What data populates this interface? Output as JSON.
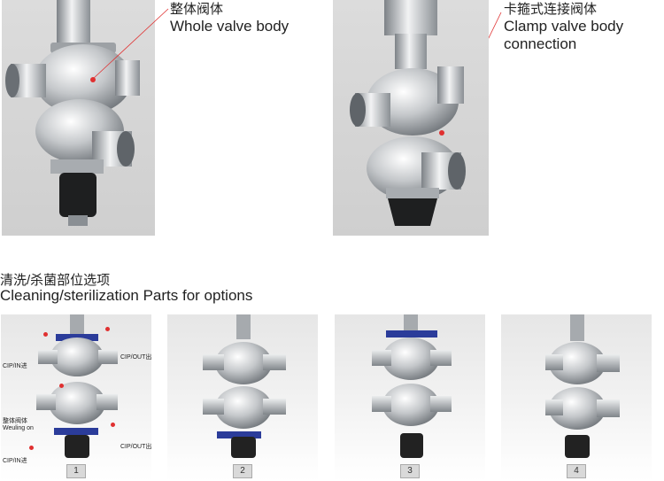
{
  "top_left": {
    "caption_cn": "整体阀体",
    "caption_en": "Whole valve body"
  },
  "top_right": {
    "caption_cn": "卡箍式连接阀体",
    "caption_en_1": "Clamp valve body",
    "caption_en_2": "connection"
  },
  "section": {
    "title_cn": "清洗/杀菌部位选项",
    "title_en": "Cleaning/sterilization Parts for options"
  },
  "options": [
    {
      "number": "1",
      "labels": {
        "cip_in_top": "CIP/IN进",
        "cip_out_top": "CIP/OUT出",
        "weld_cn": "整体阀体",
        "weld_en": "Weuling on",
        "cip_out_bottom": "CIP/OUT出",
        "cip_in_bottom": "CIP/IN进"
      }
    },
    {
      "number": "2"
    },
    {
      "number": "3"
    },
    {
      "number": "4"
    }
  ],
  "colors": {
    "marker": "#e03030",
    "handle": "#2b3c9a",
    "steel": "#b8bcc0"
  }
}
